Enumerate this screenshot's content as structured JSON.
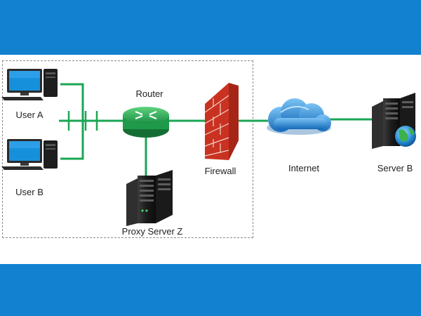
{
  "labels": {
    "user_a": "User A",
    "user_b": "User B",
    "router": "Router",
    "firewall": "Firewall",
    "proxy": "Proxy Server Z",
    "internet": "Internet",
    "server_b": "Server B"
  },
  "icons": {
    "user_a": "desktop-computer-icon",
    "user_b": "desktop-computer-icon",
    "router": "router-icon",
    "firewall": "brick-firewall-icon",
    "proxy": "server-rack-icon",
    "internet": "cloud-icon",
    "server_b": "server-rack-globe-icon"
  },
  "colors": {
    "background_band": "#1181d0",
    "panel": "#ffffff",
    "link": "#1aa654",
    "router": "#2bb35a",
    "firewall": "#d23a2a",
    "cloud": "#1f86d6"
  }
}
